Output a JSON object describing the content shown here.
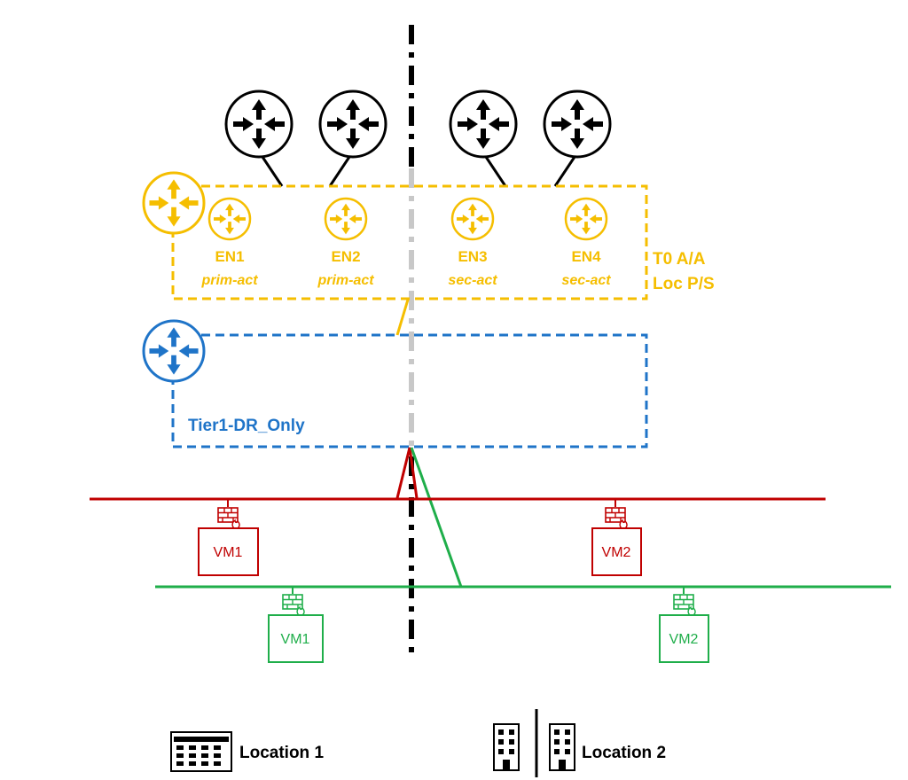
{
  "colors": {
    "t0": "#F5BE00",
    "tier1": "#1F74C8",
    "red_segment": "#C00000",
    "green_segment": "#1FAE4A",
    "black": "#000000",
    "grey": "#C8C8C8"
  },
  "upstream_routers": [
    {
      "icon": "router-icon"
    },
    {
      "icon": "router-icon"
    },
    {
      "icon": "router-icon"
    },
    {
      "icon": "router-icon"
    }
  ],
  "t0": {
    "label_line1": "T0 A/A",
    "label_line2": "Loc P/S",
    "edge_nodes": [
      {
        "name": "EN1",
        "role": "prim-act"
      },
      {
        "name": "EN2",
        "role": "prim-act"
      },
      {
        "name": "EN3",
        "role": "sec-act"
      },
      {
        "name": "EN4",
        "role": "sec-act"
      }
    ]
  },
  "tier1": {
    "label": "Tier1-DR_Only"
  },
  "segments": {
    "red": {
      "vms": [
        {
          "label": "VM1"
        },
        {
          "label": "VM2"
        }
      ]
    },
    "green": {
      "vms": [
        {
          "label": "VM1"
        },
        {
          "label": "VM2"
        }
      ]
    }
  },
  "legend": {
    "location1": "Location 1",
    "location2": "Location 2"
  }
}
